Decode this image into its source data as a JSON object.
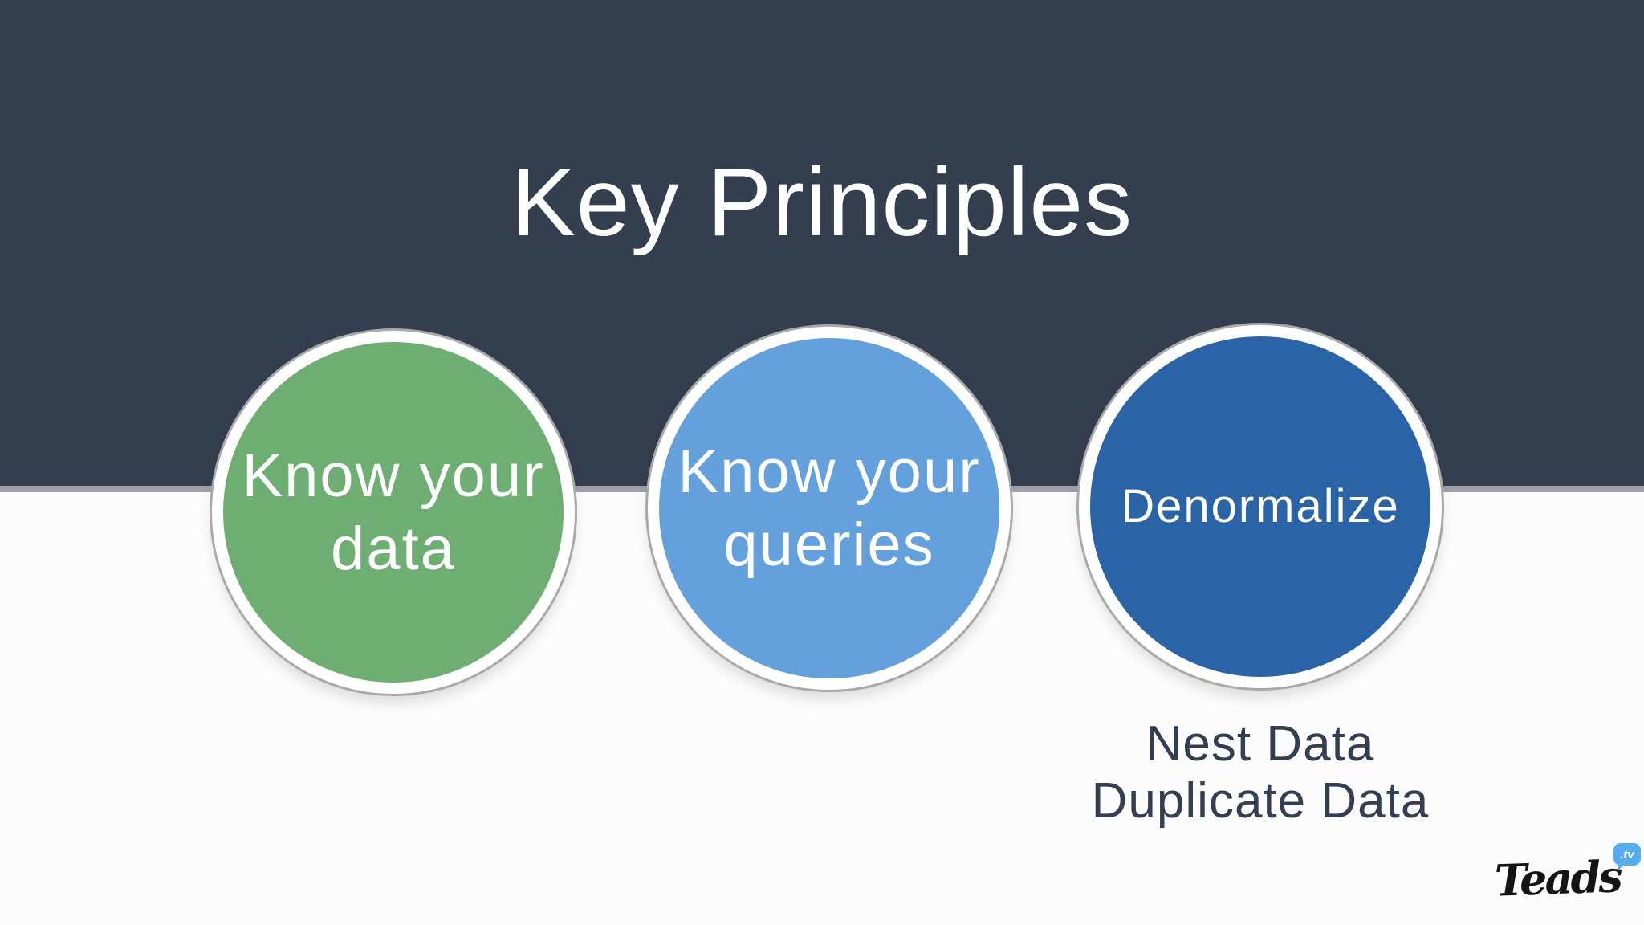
{
  "slide": {
    "title": "Key Principles",
    "principles": [
      {
        "label": "Know your\ndata",
        "color": "#6FAE73"
      },
      {
        "label": "Know your\nqueries",
        "color": "#64A0DC"
      },
      {
        "label": "Denormalize",
        "color": "#2A64A6"
      }
    ],
    "denormalize_notes": "Nest Data\nDuplicate Data"
  },
  "logo": {
    "wordmark": "Teads",
    "tv_badge": ".tv"
  },
  "colors": {
    "header_bg": "#333E4F",
    "divider": "#9EA2A8",
    "canvas_bg": "#FCFCFC",
    "title_text": "#FFFFFF",
    "circle_text": "#FFFFFF",
    "circle_ring": "#FFFFFF",
    "circle_outline": "#A9A9A9",
    "notes_text": "#333F50",
    "logo_text": "#141414",
    "tv_badge_bg": "#55ACEE",
    "tv_badge_text": "#FFFFFF"
  }
}
